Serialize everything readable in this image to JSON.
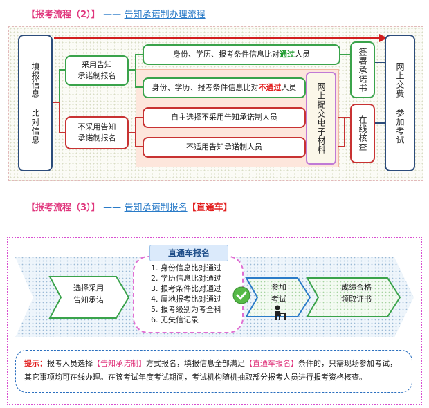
{
  "section2": {
    "tag": "【报考流程（2）】",
    "dash": "——",
    "subtitle": "告知承诺制办理流程"
  },
  "flow2": {
    "left_box": "填报信息 比对信息",
    "adopt": "采用告知\n承诺制报名",
    "not_adopt": "不采用告知\n承诺制报名",
    "row1_pre": "身份、学历、报考条件信息比对",
    "row1_hl": "通过",
    "row1_post": "人员",
    "row2_pre": "身份、学历、报考条件信息比对",
    "row2_hl": "不通过",
    "row2_post": "人员",
    "row3": "自主选择不采用告知承诺制人员",
    "row4": "不适用告知承诺制人员",
    "upload": "网上提交电子材料",
    "sign": "签署承诺书",
    "online_check": "在线核查",
    "right_box": "网上交费 参加考试"
  },
  "section3": {
    "tag": "【报考流程（3）】",
    "dash": "——",
    "subtitle": "告知承诺制报名",
    "highlight": "【直通车】"
  },
  "flow3": {
    "step1": "选择采用\n告知承诺",
    "card_title": "直通车报名",
    "conditions": [
      "1. 身份信息比对通过",
      "2. 学历信息比对通过",
      "3. 报考条件比对通过",
      "4. 属地报考比对通过",
      "5. 报考级别为考全科",
      "6. 无失信记录"
    ],
    "step3": "参加\n考试",
    "step4": "成绩合格\n领取证书"
  },
  "tip": {
    "label": "提示：",
    "t1": "报考人员选择",
    "k1": "【告知承诺制】",
    "t2": "方式报名，填报信息全部满足",
    "k2": "【直通车报名】",
    "t3": "条件的，只需现场参加考试，其它事项均可在线办理。在该考试年度考试期间，考试机构随机抽取部分报考人员进行报考资格核查。"
  },
  "colors": {
    "green": "#3aa34b",
    "red": "#c83232",
    "navy": "#2c4c7a",
    "pink": "#e0357c",
    "blue": "#2a7bc8",
    "purple_border": "#c07ad6"
  }
}
